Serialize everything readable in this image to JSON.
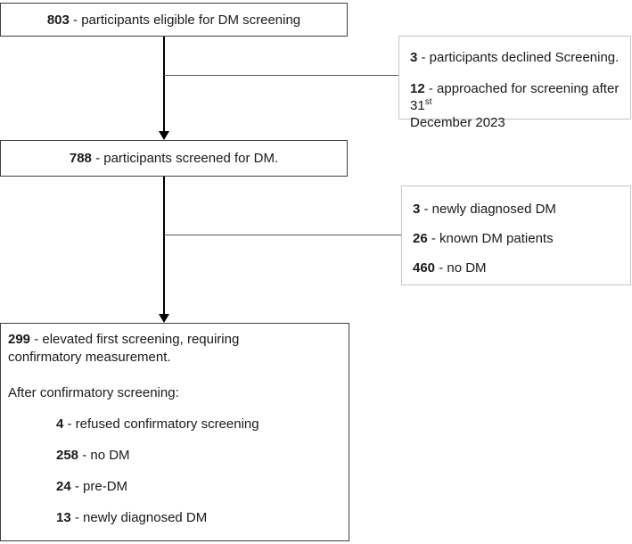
{
  "colors": {
    "main_box_border": "#404040",
    "side_box_border": "#c6c6c6",
    "connector_line": "#595959",
    "arrow": "#000000",
    "text": "#1a1a1a",
    "background": "#ffffff"
  },
  "boxes": {
    "eligible": {
      "number": "803",
      "label": "- participants eligible for DM screening"
    },
    "declined": {
      "item1": {
        "number": "3",
        "label": "- participants declined Screening."
      },
      "item2": {
        "number": "12",
        "label": "- approached for screening after 31",
        "superscript": "st",
        "label_line2": "December 2023"
      }
    },
    "screened": {
      "number": "788",
      "label": "- participants screened for DM."
    },
    "outcomes": {
      "item1": {
        "number": "3",
        "label": "- newly diagnosed DM"
      },
      "item2": {
        "number": "26",
        "label": "- known DM patients"
      },
      "item3": {
        "number": "460",
        "label": "- no DM"
      }
    },
    "confirmatory": {
      "headline": {
        "number": "299",
        "label": "- elevated first screening, requiring confirmatory measurement."
      },
      "subheading": "After confirmatory screening:",
      "item1": {
        "number": "4",
        "label": "- refused confirmatory screening"
      },
      "item2": {
        "number": "258",
        "label": "- no DM"
      },
      "item3": {
        "number": "24",
        "label": "- pre-DM"
      },
      "item4": {
        "number": "13",
        "label": "- newly diagnosed DM"
      }
    }
  }
}
